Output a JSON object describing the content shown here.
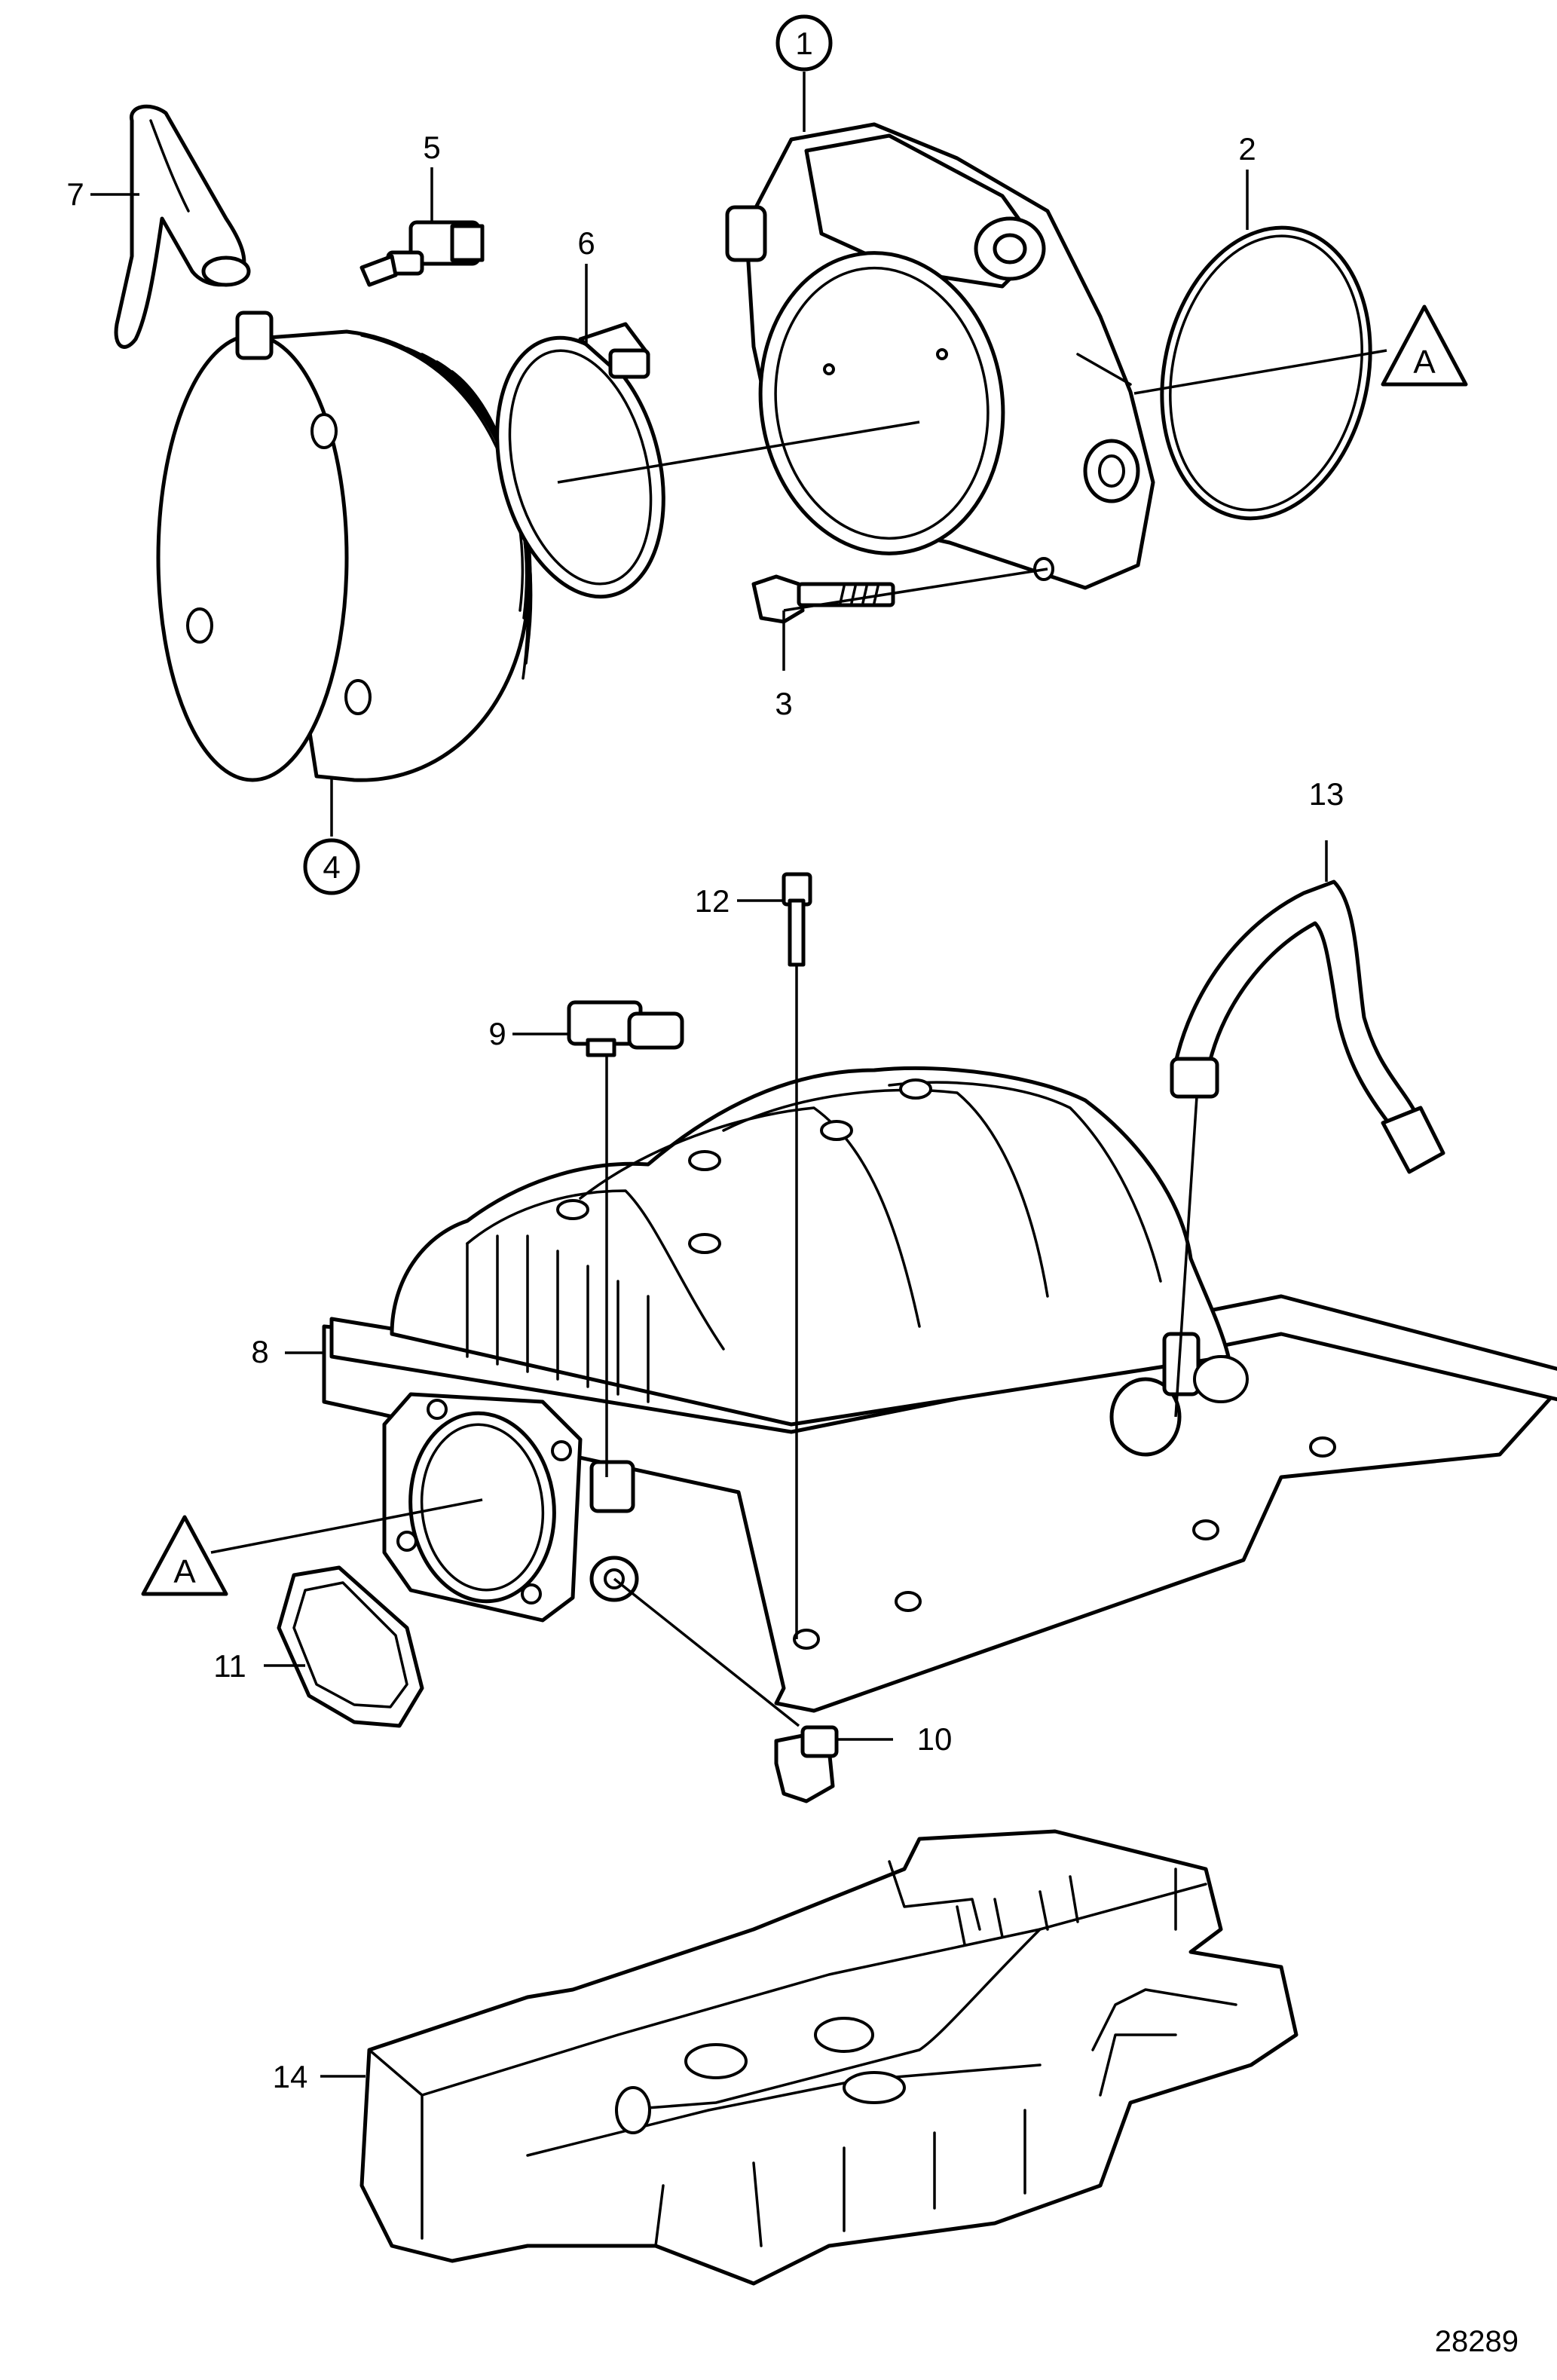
{
  "figure": {
    "document_number": "28289",
    "reference_marker": "A"
  },
  "callouts": [
    {
      "id": "1",
      "label": "1",
      "circled": true
    },
    {
      "id": "2",
      "label": "2"
    },
    {
      "id": "3",
      "label": "3"
    },
    {
      "id": "4",
      "label": "4",
      "circled": true
    },
    {
      "id": "5",
      "label": "5"
    },
    {
      "id": "6",
      "label": "6"
    },
    {
      "id": "7",
      "label": "7"
    },
    {
      "id": "8",
      "label": "8"
    },
    {
      "id": "9",
      "label": "9"
    },
    {
      "id": "10",
      "label": "10"
    },
    {
      "id": "11",
      "label": "11"
    },
    {
      "id": "12",
      "label": "12"
    },
    {
      "id": "13",
      "label": "13"
    },
    {
      "id": "14",
      "label": "14"
    }
  ]
}
